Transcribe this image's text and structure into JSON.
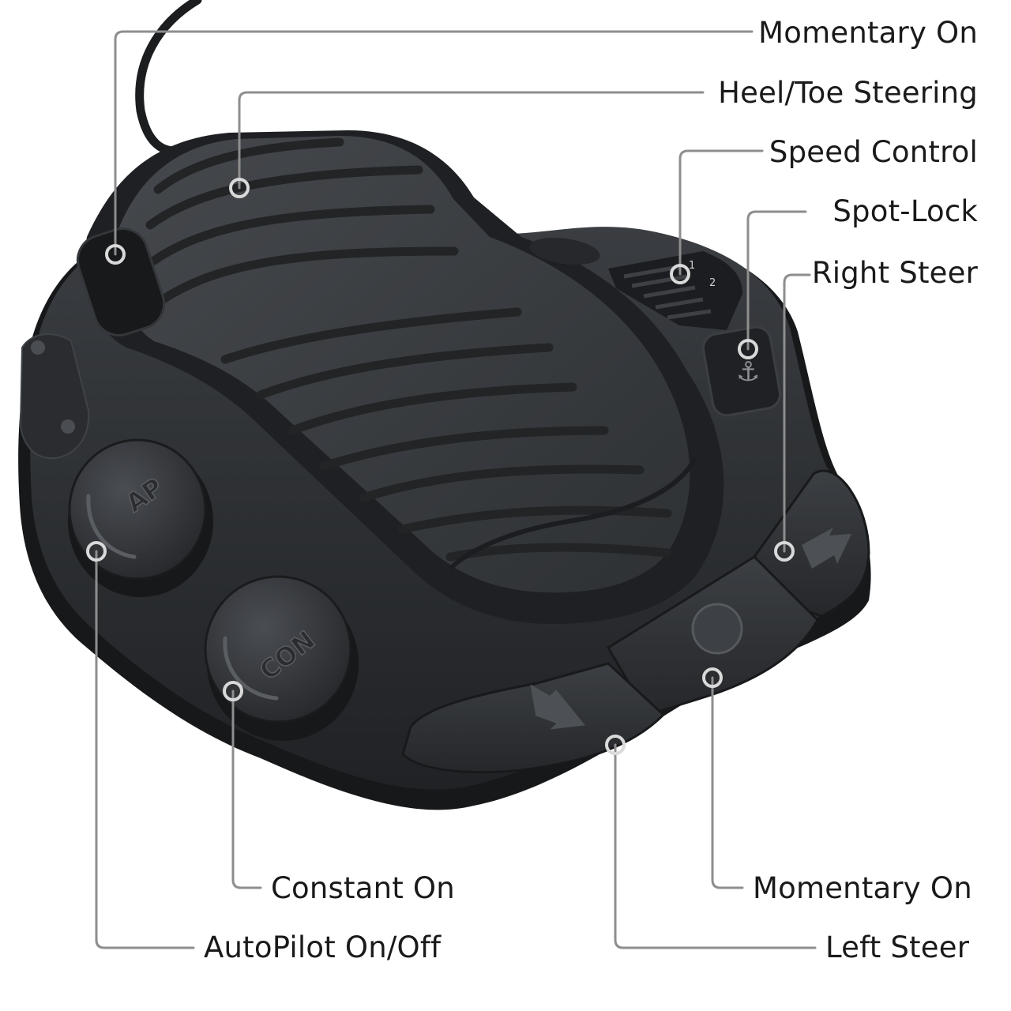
{
  "callouts": {
    "momentary_on_top": "Momentary On",
    "heel_toe_steering": "Heel/Toe Steering",
    "speed_control": "Speed Control",
    "spot_lock": "Spot-Lock",
    "right_steer": "Right Steer",
    "constant_on": "Constant On",
    "autopilot": "AutoPilot On/Off",
    "momentary_on_bottom": "Momentary On",
    "left_steer": "Left Steer"
  },
  "button_marks": {
    "ap": "AP",
    "con": "CON",
    "speed_1": "1",
    "speed_2": "2"
  },
  "colors": {
    "pedal_body": "#2e3033",
    "pedal_dark": "#1d1f21",
    "leader_line": "#8e8e8e",
    "marker_ring": "#d9d9d9"
  }
}
